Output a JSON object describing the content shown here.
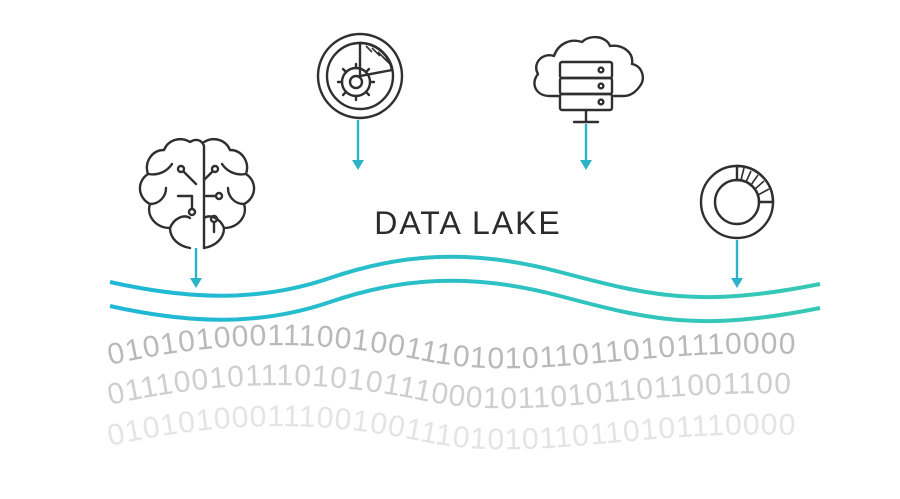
{
  "title": "DATA LAKE",
  "binary_rows": [
    "0101010001110010011101010110110101110000",
    "0111001011101010111000101101011011001100",
    "0101010001110010011101010110110101110000"
  ],
  "icons": [
    {
      "name": "brain-icon"
    },
    {
      "name": "gear-chart-icon"
    },
    {
      "name": "cloud-server-icon"
    },
    {
      "name": "donut-chart-icon"
    }
  ],
  "colors": {
    "wave_left": "#1fb8d6",
    "wave_right": "#35c8b6",
    "arrow": "#2ab3c9",
    "icon_stroke": "#2f2f2f",
    "binary_1": "#b9b9b9",
    "binary_2": "#cfcfcf",
    "binary_3": "#e4e4e4"
  }
}
